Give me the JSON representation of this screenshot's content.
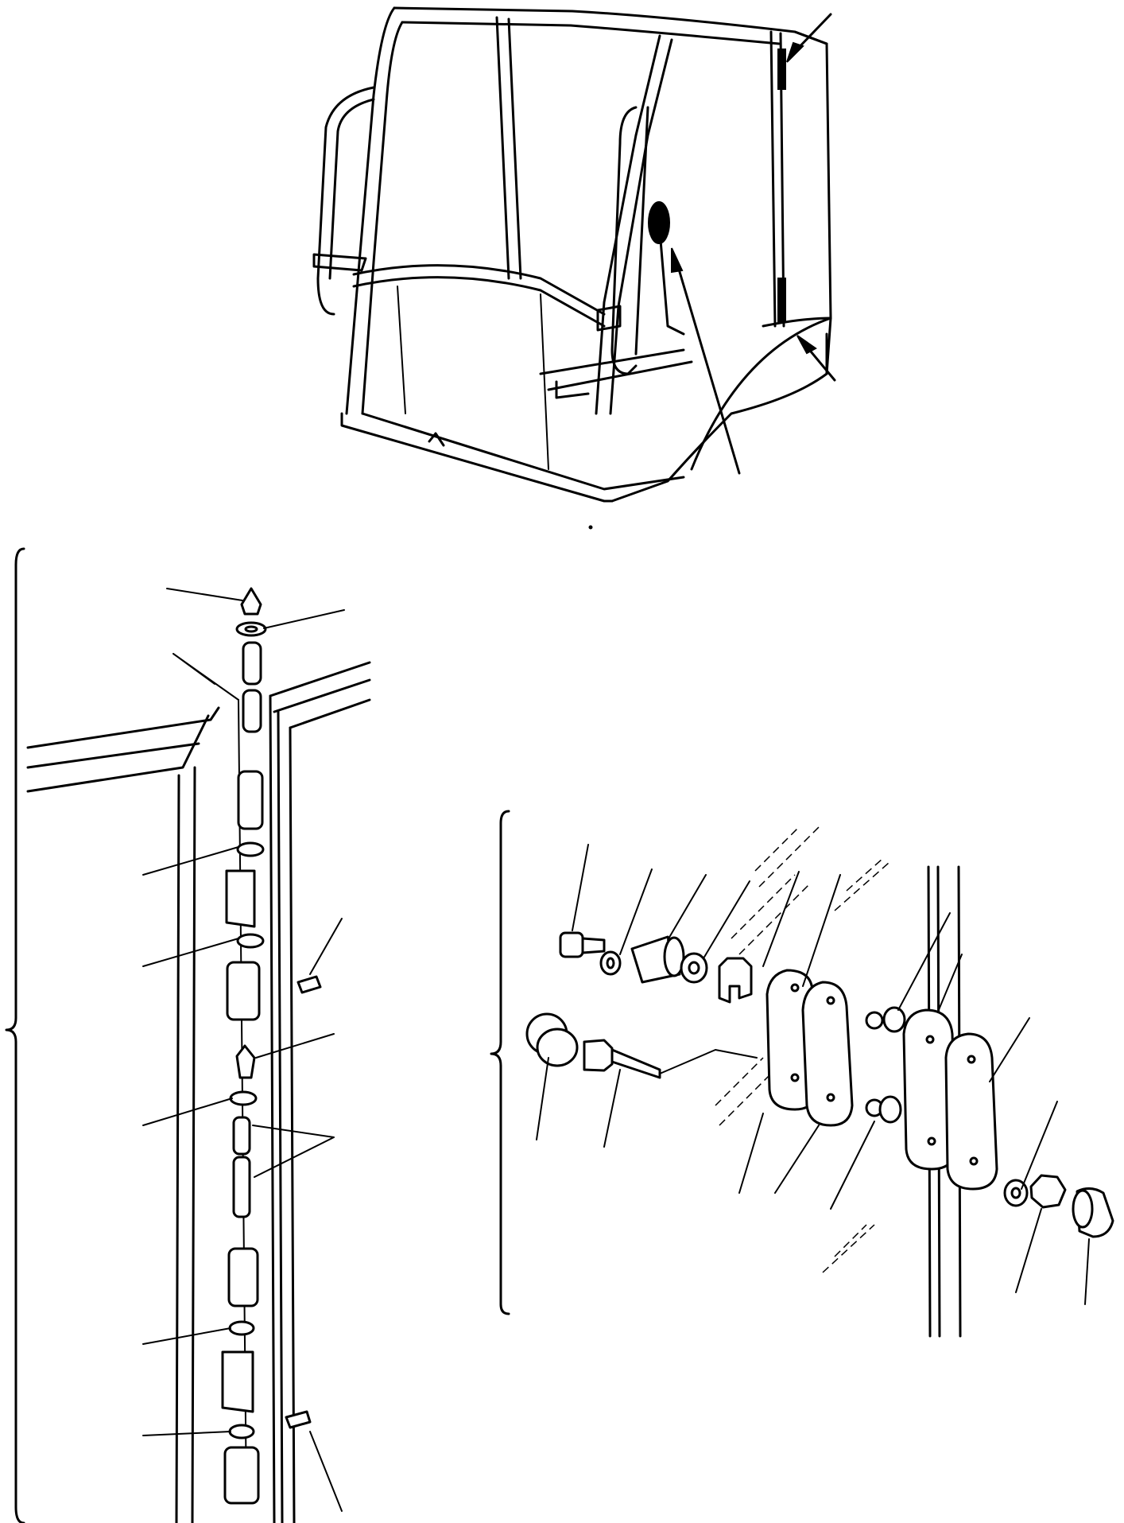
{
  "figure": {
    "views": [
      {
        "name": "cab-overview",
        "leaders": 4
      },
      {
        "name": "door-hinge-exploded",
        "leaders": 10
      },
      {
        "name": "latch-exploded",
        "leaders": 14
      }
    ]
  },
  "style": {
    "ink": "#000000",
    "paper": "#ffffff"
  }
}
